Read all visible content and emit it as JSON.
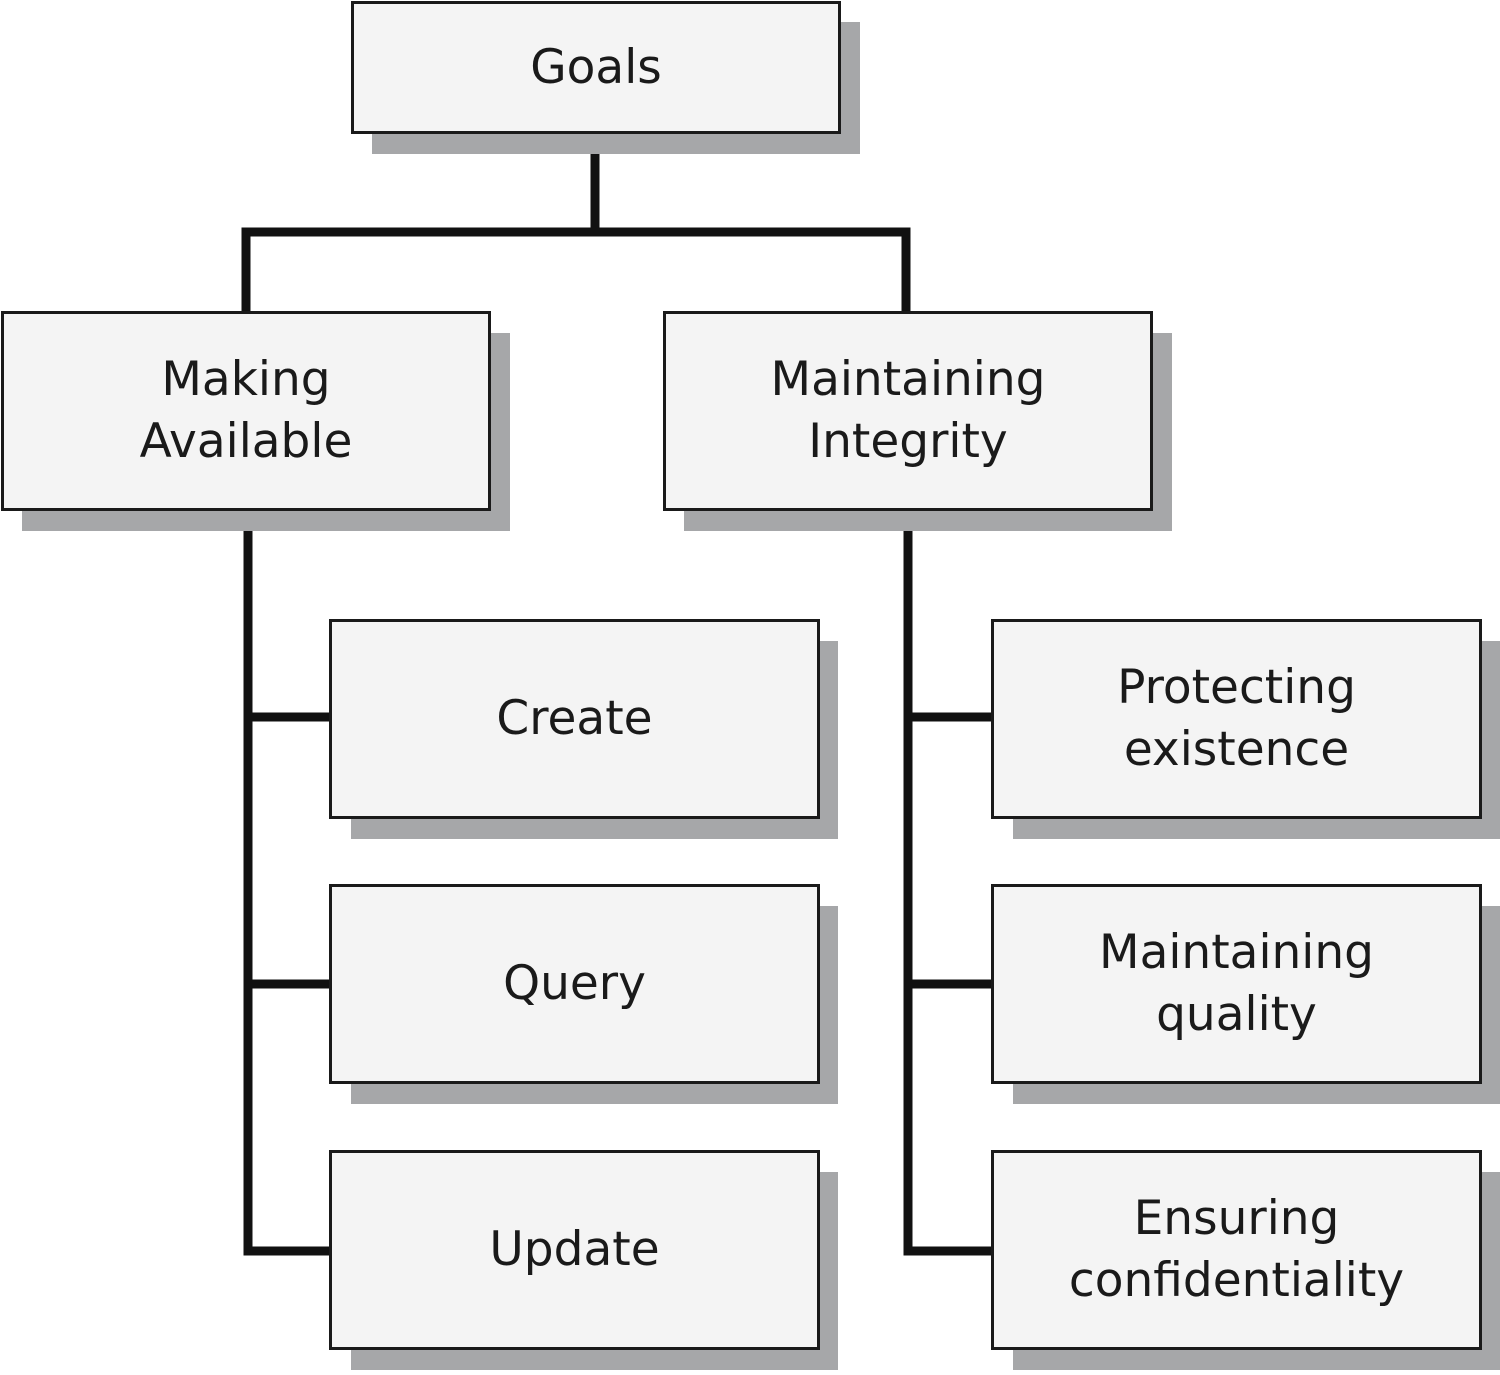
{
  "diagram": {
    "root": {
      "label": "Goals"
    },
    "branches": [
      {
        "label": "Making\nAvailable",
        "children": [
          {
            "label": "Create"
          },
          {
            "label": "Query"
          },
          {
            "label": "Update"
          }
        ]
      },
      {
        "label": "Maintaining\nIntegrity",
        "children": [
          {
            "label": "Protecting\nexistence"
          },
          {
            "label": "Maintaining\nquality"
          },
          {
            "label": "Ensuring\nconfidentiality"
          }
        ]
      }
    ]
  }
}
